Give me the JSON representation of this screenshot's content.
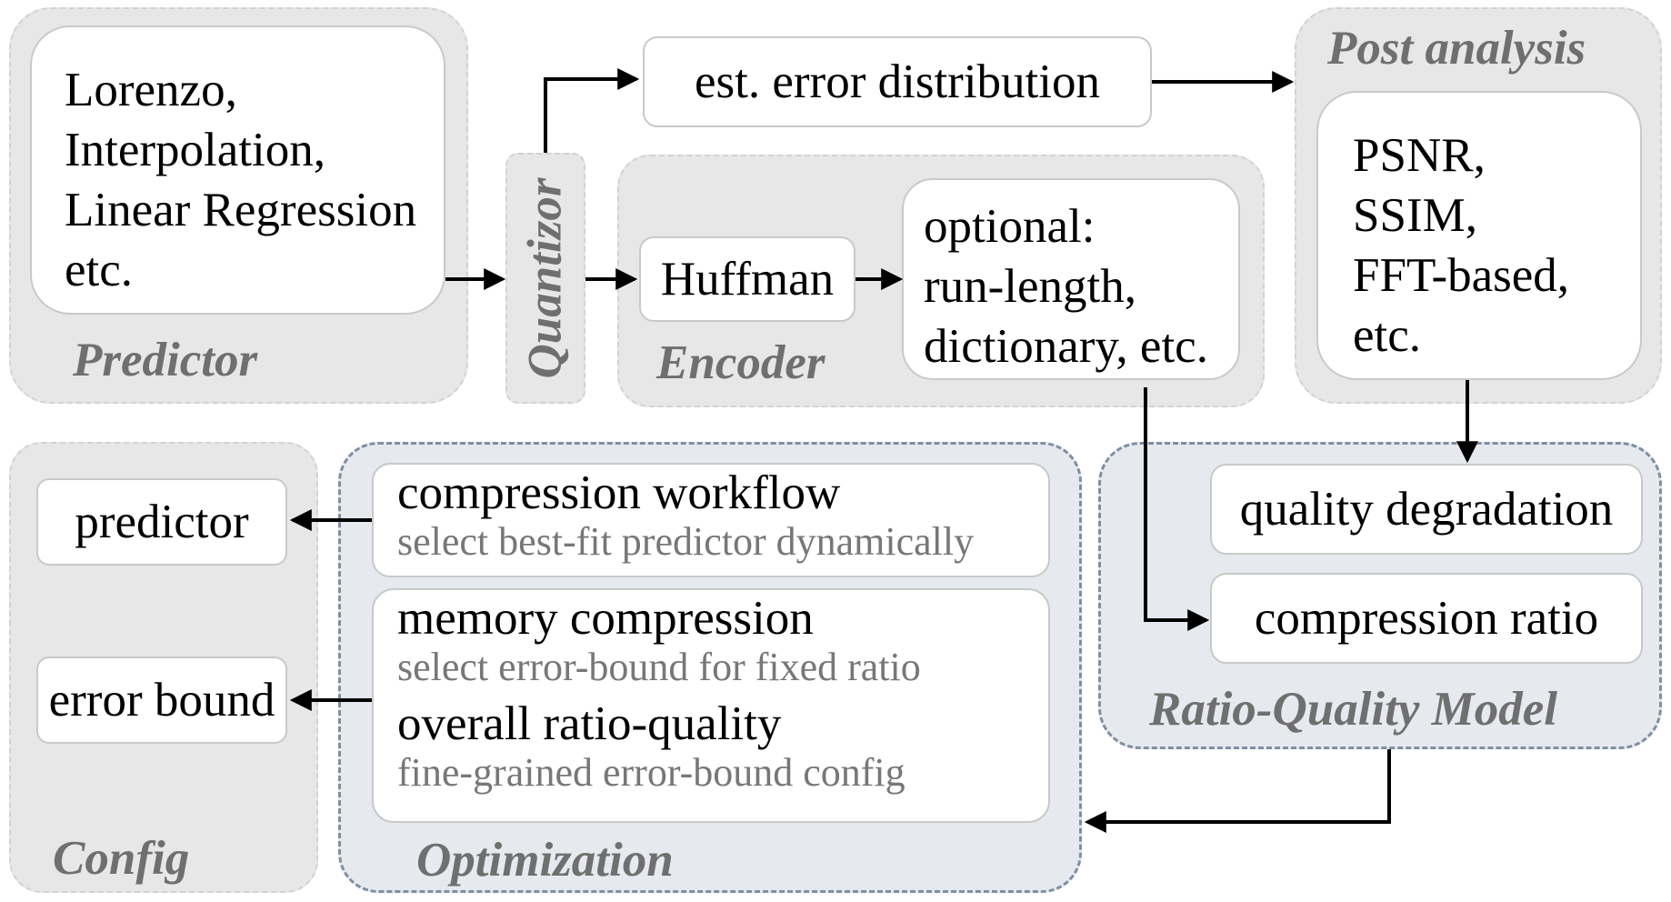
{
  "predictor": {
    "title": "Predictor",
    "lines": [
      "Lorenzo,",
      "Interpolation,",
      "Linear Regression",
      "etc."
    ]
  },
  "quantizor": {
    "title": "Quantizor"
  },
  "est_error": {
    "label": "est. error distribution"
  },
  "encoder": {
    "title": "Encoder",
    "huffman": "Huffman",
    "optional_lines": [
      "optional:",
      "run-length,",
      "dictionary, etc."
    ]
  },
  "post_analysis": {
    "title": "Post analysis",
    "lines": [
      "PSNR,",
      "SSIM,",
      "FFT-based,",
      "etc."
    ]
  },
  "config": {
    "title": "Config",
    "predictor": "predictor",
    "error_bound": "error bound"
  },
  "optimization": {
    "title": "Optimization",
    "items": [
      {
        "title": "compression workflow",
        "desc": "select best-fit predictor dynamically"
      },
      {
        "title": "memory compression",
        "desc": "select error-bound for fixed ratio"
      },
      {
        "title": "overall ratio-quality",
        "desc": "fine-grained error-bound config"
      }
    ]
  },
  "ratio_quality": {
    "title": "Ratio-Quality Model",
    "quality": "quality degradation",
    "ratio": "compression ratio"
  },
  "colors": {
    "group_fill": "#e7e7e7",
    "group_fill_blue": "#e6e9ee",
    "dashed_blue": "#7f8ea3",
    "title_gray": "#6f6f6f",
    "desc_gray": "#777777"
  }
}
